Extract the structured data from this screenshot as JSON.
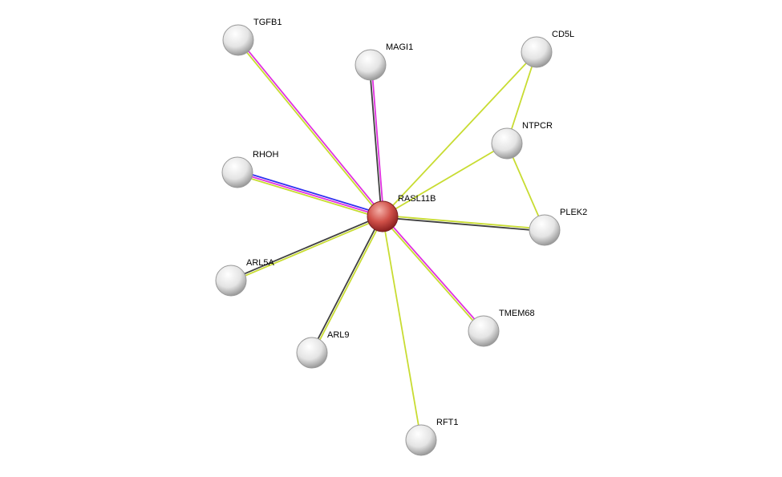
{
  "network": {
    "center_node": "RASL11B",
    "nodes": [
      {
        "id": "RASL11B",
        "label": "RASL11B",
        "query": true
      },
      {
        "id": "TGFB1",
        "label": "TGFB1"
      },
      {
        "id": "MAGI1",
        "label": "MAGI1"
      },
      {
        "id": "CD5L",
        "label": "CD5L"
      },
      {
        "id": "NTPCR",
        "label": "NTPCR"
      },
      {
        "id": "RHOH",
        "label": "RHOH"
      },
      {
        "id": "PLEK2",
        "label": "PLEK2"
      },
      {
        "id": "ARL5A",
        "label": "ARL5A"
      },
      {
        "id": "TMEM68",
        "label": "TMEM68"
      },
      {
        "id": "ARL9",
        "label": "ARL9"
      },
      {
        "id": "RFT1",
        "label": "RFT1"
      }
    ],
    "edges": [
      {
        "a": "RASL11B",
        "b": "TGFB1",
        "types": [
          "textmining",
          "experiments"
        ]
      },
      {
        "a": "RASL11B",
        "b": "MAGI1",
        "types": [
          "coexpression",
          "experiments"
        ]
      },
      {
        "a": "RASL11B",
        "b": "CD5L",
        "types": [
          "textmining"
        ]
      },
      {
        "a": "RASL11B",
        "b": "NTPCR",
        "types": [
          "textmining"
        ]
      },
      {
        "a": "CD5L",
        "b": "NTPCR",
        "types": [
          "textmining"
        ]
      },
      {
        "a": "NTPCR",
        "b": "PLEK2",
        "types": [
          "textmining"
        ]
      },
      {
        "a": "RASL11B",
        "b": "PLEK2",
        "types": [
          "textmining",
          "coexpression"
        ]
      },
      {
        "a": "RASL11B",
        "b": "RHOH",
        "types": [
          "textmining",
          "experiments",
          "homology"
        ]
      },
      {
        "a": "RASL11B",
        "b": "ARL5A",
        "types": [
          "textmining",
          "coexpression"
        ]
      },
      {
        "a": "RASL11B",
        "b": "ARL9",
        "types": [
          "textmining",
          "coexpression"
        ]
      },
      {
        "a": "RASL11B",
        "b": "TMEM68",
        "types": [
          "experiments",
          "textmining"
        ]
      },
      {
        "a": "RASL11B",
        "b": "RFT1",
        "types": [
          "textmining"
        ]
      }
    ],
    "edge_colors": {
      "textmining": "#c8dc32",
      "experiments": "#e030e0",
      "coexpression": "#404040",
      "homology": "#3030f0"
    },
    "node_colors": {
      "query": "#c0403a",
      "default": "#d8d8d8"
    }
  }
}
